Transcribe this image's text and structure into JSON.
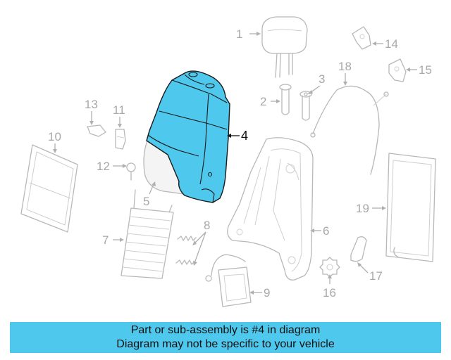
{
  "diagram": {
    "highlight_color": "#4fc8ee",
    "callouts": [
      {
        "id": "1",
        "label": "1"
      },
      {
        "id": "2",
        "label": "2"
      },
      {
        "id": "3",
        "label": "3"
      },
      {
        "id": "4",
        "label": "4",
        "highlighted": true
      },
      {
        "id": "5",
        "label": "5"
      },
      {
        "id": "6",
        "label": "6"
      },
      {
        "id": "7",
        "label": "7"
      },
      {
        "id": "8",
        "label": "8"
      },
      {
        "id": "9",
        "label": "9"
      },
      {
        "id": "10",
        "label": "10"
      },
      {
        "id": "11",
        "label": "11"
      },
      {
        "id": "12",
        "label": "12"
      },
      {
        "id": "13",
        "label": "13"
      },
      {
        "id": "14",
        "label": "14"
      },
      {
        "id": "15",
        "label": "15"
      },
      {
        "id": "16",
        "label": "16"
      },
      {
        "id": "17",
        "label": "17"
      },
      {
        "id": "18",
        "label": "18"
      },
      {
        "id": "19",
        "label": "19"
      }
    ]
  },
  "caption": {
    "line1": "Part or sub-assembly is #4 in diagram",
    "line2": "Diagram may not be specific to your vehicle"
  }
}
